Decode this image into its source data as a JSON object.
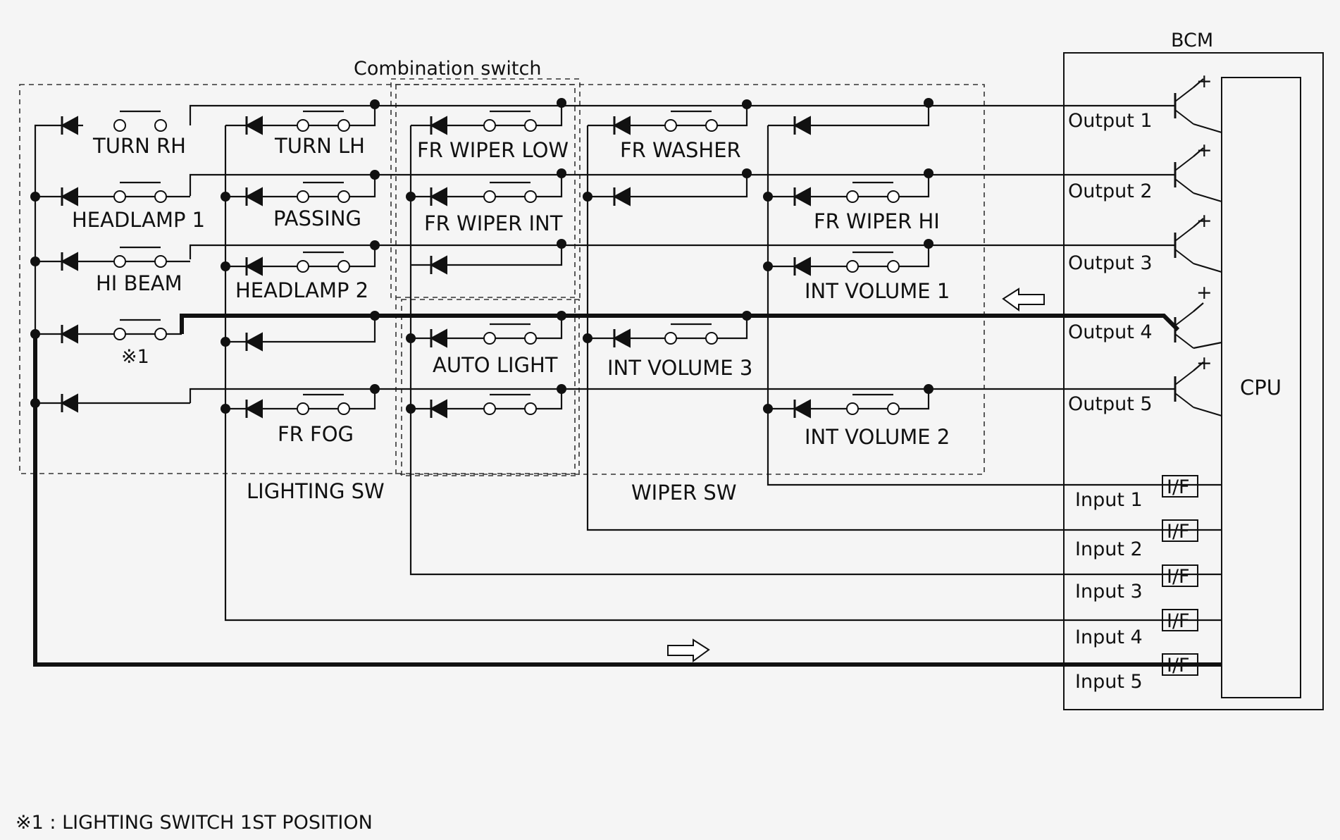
{
  "labels": {
    "bcm": "BCM",
    "combination_switch": "Combination switch",
    "cpu": "CPU",
    "lighting_sw": "LIGHTING SW",
    "wiper_sw": "WIPER SW",
    "footnote": "※1 : LIGHTING SWITCH 1ST POSITION",
    "note_mark": "※1"
  },
  "switches": {
    "turn_rh": "TURN RH",
    "headlamp1": "HEADLAMP 1",
    "hi_beam": "HI BEAM",
    "turn_lh": "TURN LH",
    "passing": "PASSING",
    "headlamp2": "HEADLAMP 2",
    "fr_fog": "FR FOG",
    "fr_wiper_low": "FR WIPER LOW",
    "fr_wiper_int": "FR WIPER INT",
    "auto_light": "AUTO LIGHT",
    "fr_washer": "FR WASHER",
    "int_volume3": "INT VOLUME 3",
    "fr_wiper_hi": "FR WIPER HI",
    "int_volume1": "INT VOLUME 1",
    "int_volume2": "INT VOLUME 2"
  },
  "outputs": [
    "Output 1",
    "Output 2",
    "Output 3",
    "Output 4",
    "Output 5"
  ],
  "inputs": [
    "Input 1",
    "Input 2",
    "Input 3",
    "Input 4",
    "Input 5"
  ],
  "interface_label": "I/F",
  "plus": "+"
}
